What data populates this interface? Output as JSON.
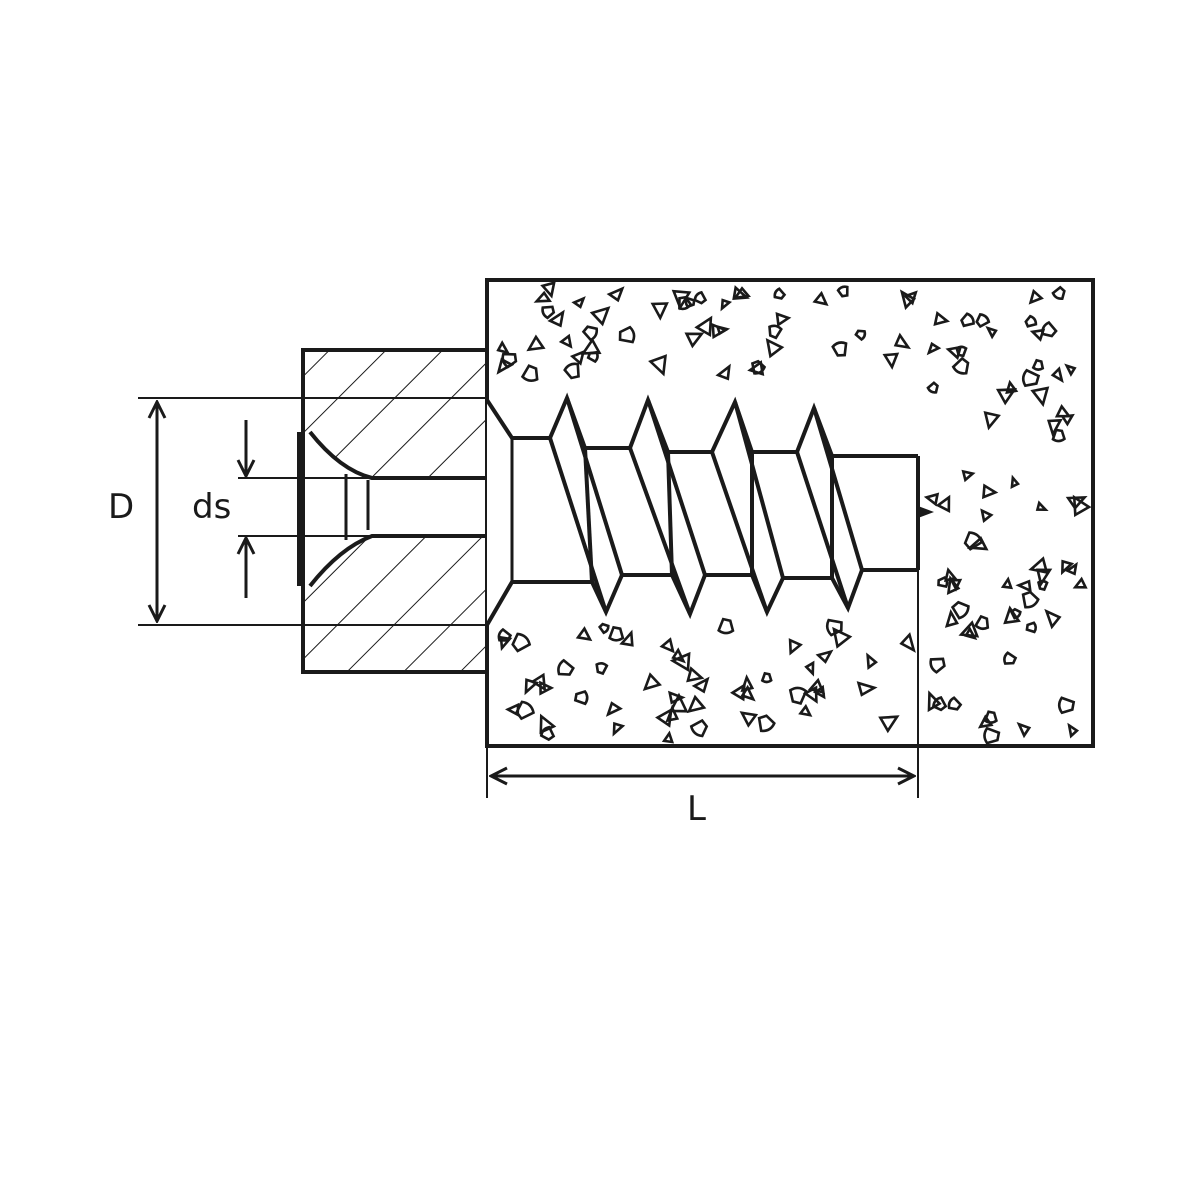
{
  "colors": {
    "ink": "#1a1a1a",
    "background": "#ffffff"
  },
  "labels": {
    "outer_diameter": "D",
    "screw_diameter": "ds",
    "length": "L"
  }
}
